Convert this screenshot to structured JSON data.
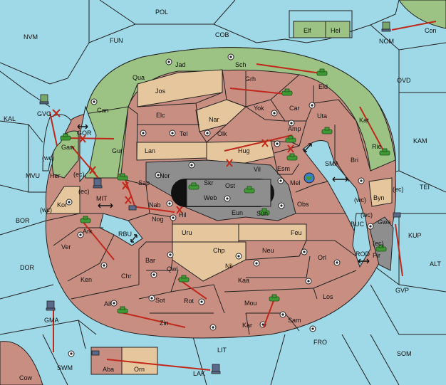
{
  "colors": {
    "sea": "#9fd8e6",
    "green": "#9cc383",
    "tan": "#e6c79d",
    "rose": "#c98e82",
    "gray": "#8e8e8e",
    "order_arrow": "#c0281b",
    "army": "#3f9a36"
  },
  "outer_sea_labels": {
    "pol": "POL",
    "nvm": "NVM",
    "fun": "FUN",
    "cob": "COB",
    "nom": "NOM",
    "con": "Con",
    "ovd": "OVD",
    "kal": "KAL",
    "kam": "KAM",
    "tei": "TEI",
    "mvu": "MVU",
    "bor": "BOR",
    "dor": "DOR",
    "alt": "ALT",
    "kup": "KUP",
    "gvp": "GVP",
    "swm": "SWM",
    "gma": "GMA",
    "lit": "LIT",
    "fro": "FRO",
    "som": "SOM",
    "cow": "Cow",
    "lak": "LAK",
    "gvg": "GVG"
  },
  "islands": {
    "elf": "Elf",
    "hel": "Hel",
    "aba": "Aba",
    "orn": "Orn"
  },
  "inner_labels": {
    "jad": "Jad",
    "sch": "Sch",
    "qua": "Qua",
    "jos": "Jos",
    "grh": "Grh",
    "eld": "Eld",
    "can": "Can",
    "yok": "Yok",
    "car": "Car",
    "elc": "Elc",
    "nar": "Nar",
    "uta": "Uta",
    "tel": "Tel",
    "olk": "Olk",
    "amp": "Amp",
    "kat": "Kat",
    "gur": "Gur",
    "lan": "Lan",
    "hug": "Hug",
    "rie": "Rie",
    "gor": "GOR",
    "gaw": "Gaw",
    "wc1": "(wc)",
    "her": "Her",
    "ec1": "(ec)",
    "nor": "Nor",
    "vil": "Vil",
    "esm": "Esm",
    "bri": "Bri",
    "sma": "SMA",
    "skr": "Skr",
    "ost": "Ost",
    "sap": "Sap",
    "web": "Web",
    "mel": "Mel",
    "ec2": "(ec)",
    "byn": "Byn",
    "wc2": "(wc)",
    "mit": "MIT",
    "ec3": "(ec)",
    "kor": "Kor",
    "nab": "Nab",
    "eun": "Eun",
    "hil": "Hil",
    "sun": "Sun",
    "obs": "Obs",
    "gwa": "Gwa",
    "ec4": "(ec)",
    "wc3": "(wc)",
    "buc": "BUC",
    "wc4": "(wc)",
    "rbu": "RBU",
    "ark": "Ark",
    "nog": "Nog",
    "uru": "Uru",
    "feu": "Feu",
    "pir": "Pir",
    "ver": "Ver",
    "chp": "Chp",
    "neu": "Neu",
    "orl": "Orl",
    "rod": "ROD",
    "bar": "Bar",
    "qwi": "Qwi",
    "nil": "Nil",
    "ken": "Ken",
    "chr": "Chr",
    "kaa": "Kaa",
    "los": "Los",
    "rot": "Rot",
    "sot": "Sot",
    "ail": "Ail",
    "mou": "Mou",
    "zin": "Zin",
    "kar": "Kar",
    "sam": "Sam"
  }
}
